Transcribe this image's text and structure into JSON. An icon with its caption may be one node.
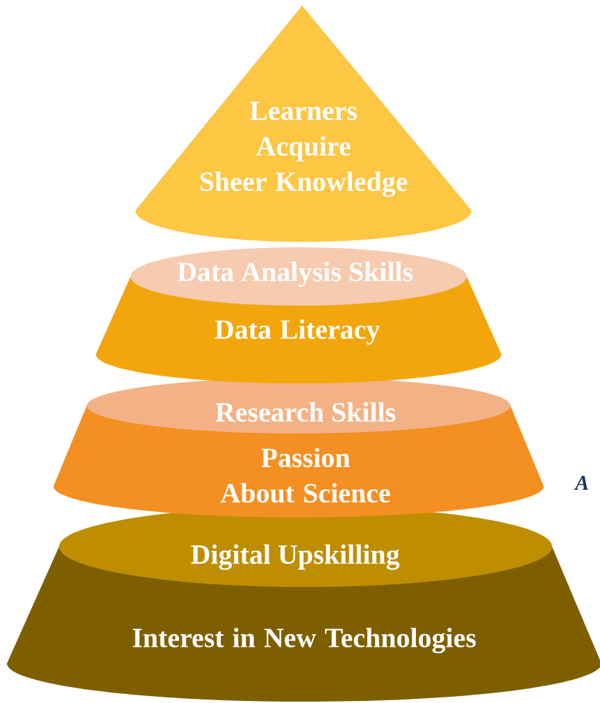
{
  "diagram": {
    "nodes": [
      {
        "text": [
          "Learners Acquire Sheer Knowledge"
        ]
      },
      {
        "text": [
          "Data Analysis Skills",
          "Data Literacy"
        ]
      },
      {
        "text": [
          "Research Skills",
          "Passion About Science"
        ]
      },
      {
        "text": [
          "Digital Upskilling",
          "Interest in New Technologies"
        ]
      }
    ],
    "labels": [
      "A"
    ]
  }
}
